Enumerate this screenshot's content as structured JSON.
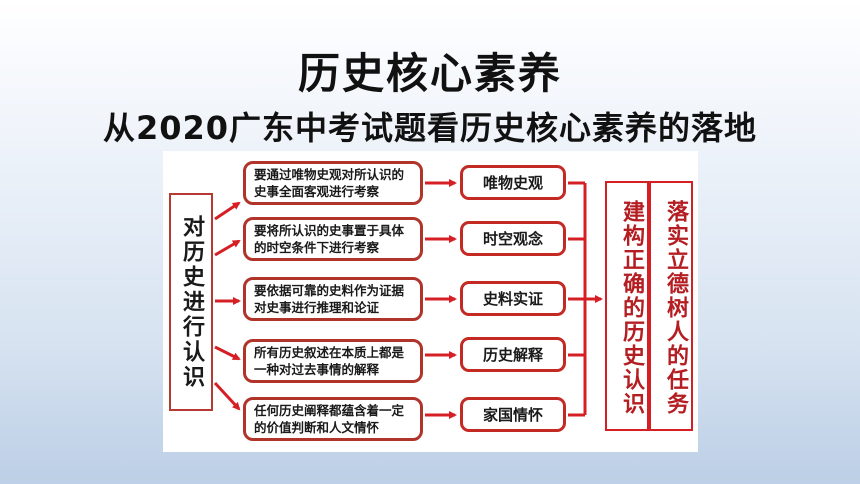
{
  "title": "历史核心素养",
  "subtitle": "从2020广东中考试题看历史核心素养的落地",
  "diagram": {
    "left_label": "对历史进行认识",
    "rows": [
      {
        "desc": "要通过唯物史观对所认识的史事全面客观进行考察",
        "concept": "唯物史观"
      },
      {
        "desc": "要将所认识的史事置于具体的时空条件下进行考察",
        "concept": "时空观念"
      },
      {
        "desc": "要依据可靠的史料作为证据对史事进行推理和论证",
        "concept": "史料实证"
      },
      {
        "desc": "所有历史叙述在本质上都是一种对过去事情的解释",
        "concept": "历史解释"
      },
      {
        "desc": "任何历史阐释都蕴含着一定的价值判断和人文情怀",
        "concept": "家国情怀"
      }
    ],
    "right_label_1": "建构正确的历史认识",
    "right_label_2": "落实立德树人的任务",
    "colors": {
      "accent": "#d51f24",
      "text": "#1a1a1a"
    }
  }
}
